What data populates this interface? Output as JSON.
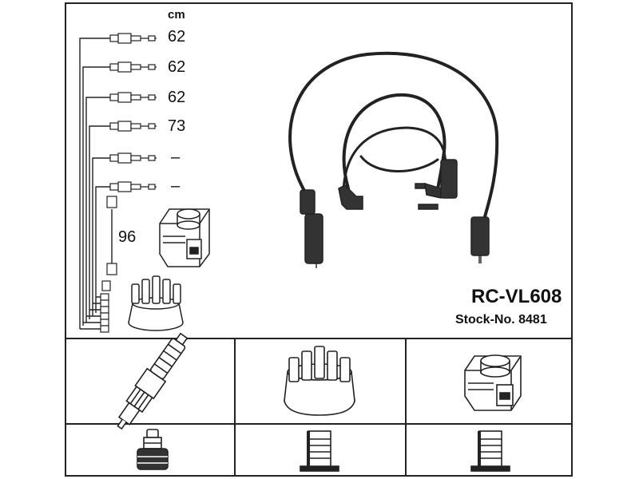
{
  "header": {
    "length_unit": "cm"
  },
  "cable_set": {
    "lengths": [
      "62",
      "62",
      "62",
      "73",
      "–",
      "–"
    ],
    "coil_lead_length": "96"
  },
  "product": {
    "reference": "RC-VL608",
    "stock_number": "Stock-No. 8481"
  },
  "components": [
    "spark-plug",
    "distributor-cap",
    "ignition-coil"
  ],
  "connectors": [
    "spark-plug-terminal",
    "distributor-terminal",
    "coil-terminal"
  ]
}
